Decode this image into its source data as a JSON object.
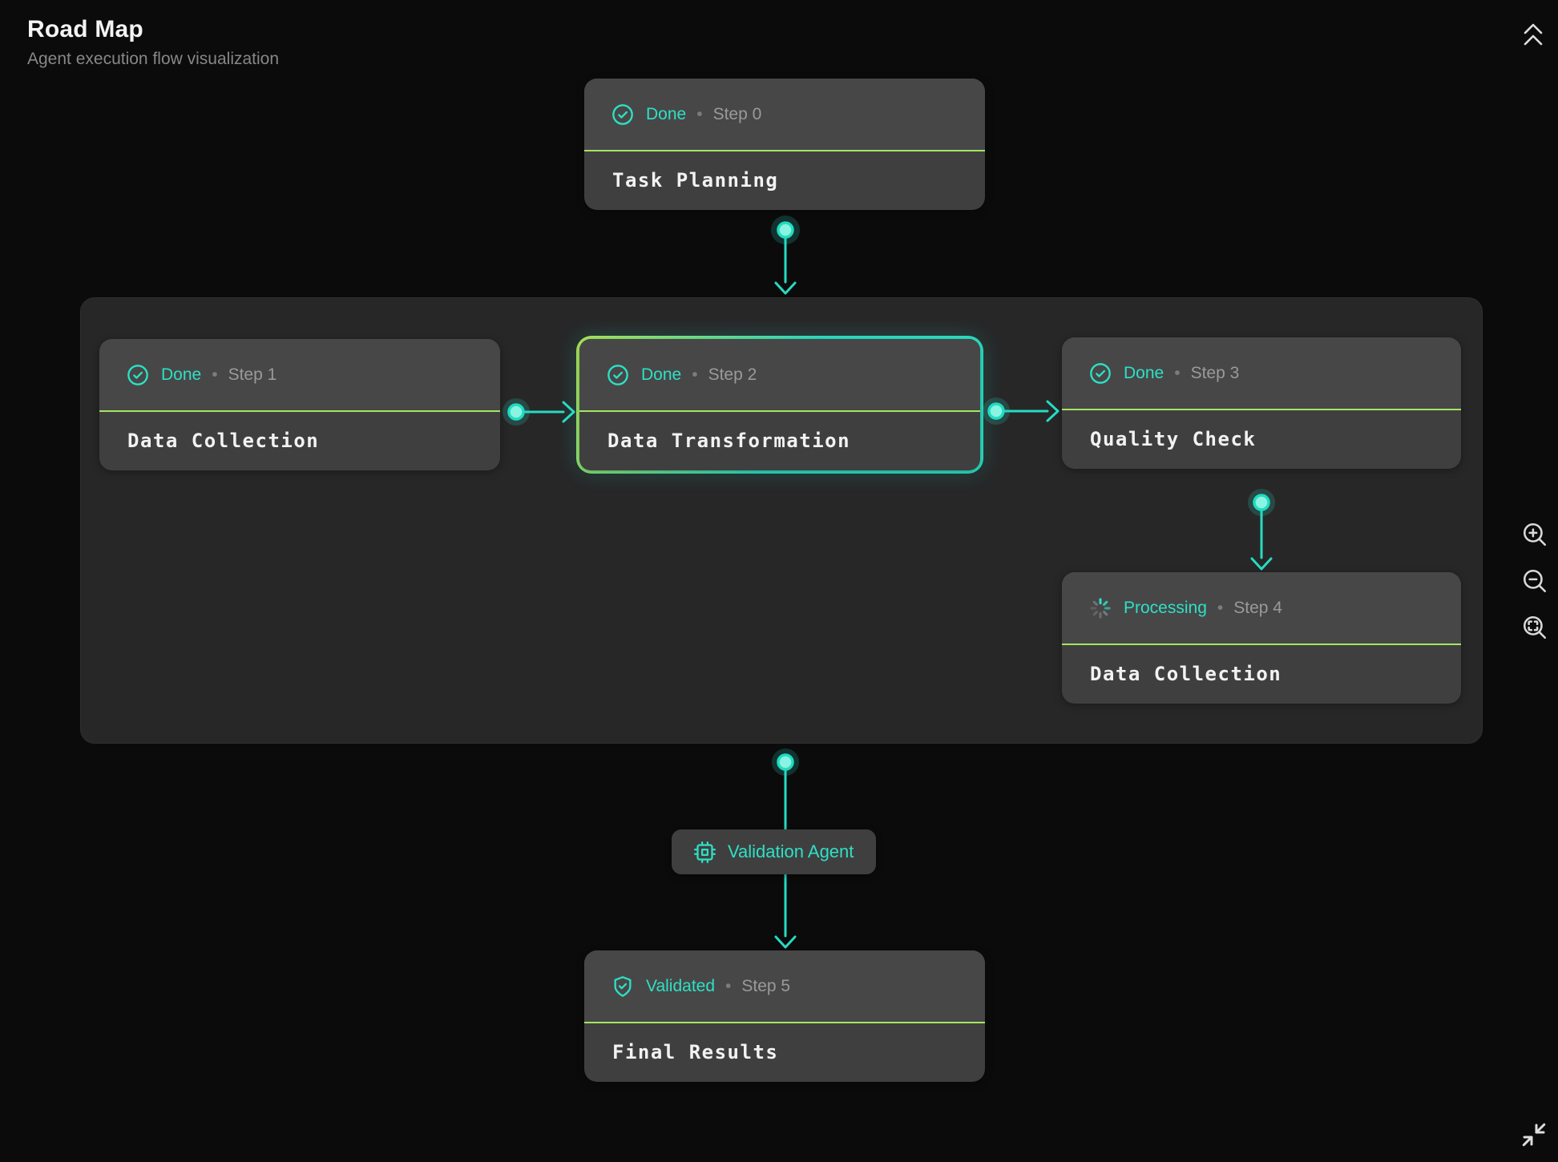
{
  "page": {
    "title": "Road Map",
    "subtitle": "Agent execution flow visualization"
  },
  "ui": {
    "bullet": "•"
  },
  "nodes": [
    {
      "status": "Done",
      "step": "Step 0",
      "title": "Task Planning",
      "icon": "check-circle",
      "highlighted": false
    },
    {
      "status": "Done",
      "step": "Step 1",
      "title": "Data Collection",
      "icon": "check-circle",
      "highlighted": false
    },
    {
      "status": "Done",
      "step": "Step 2",
      "title": "Data Transformation",
      "icon": "check-circle",
      "highlighted": true
    },
    {
      "status": "Done",
      "step": "Step 3",
      "title": "Quality Check",
      "icon": "check-circle",
      "highlighted": false
    },
    {
      "status": "Processing",
      "step": "Step 4",
      "title": "Data Collection",
      "icon": "spinner",
      "highlighted": false
    },
    {
      "status": "Validated",
      "step": "Step 5",
      "title": "Final Results",
      "icon": "shield-check",
      "highlighted": false
    }
  ],
  "agent_badge": {
    "label": "Validation Agent",
    "icon": "cpu"
  },
  "controls": {
    "collapse": "collapse-up",
    "zoom_in": "zoom-in",
    "zoom_out": "zoom-out",
    "zoom_fit": "zoom-to-fit",
    "minimize": "minimize"
  },
  "colors": {
    "background": "#0b0b0c",
    "group_background": "#272728",
    "card_background": "#3f3f40",
    "card_header_background": "#474748",
    "accent_teal": "#2ee0c4",
    "divider_green": "#a5e65f",
    "highlight_gradient_start": "#b4ed5a",
    "highlight_gradient_end": "#2ee6c8",
    "muted_text": "#9a9a9a"
  }
}
